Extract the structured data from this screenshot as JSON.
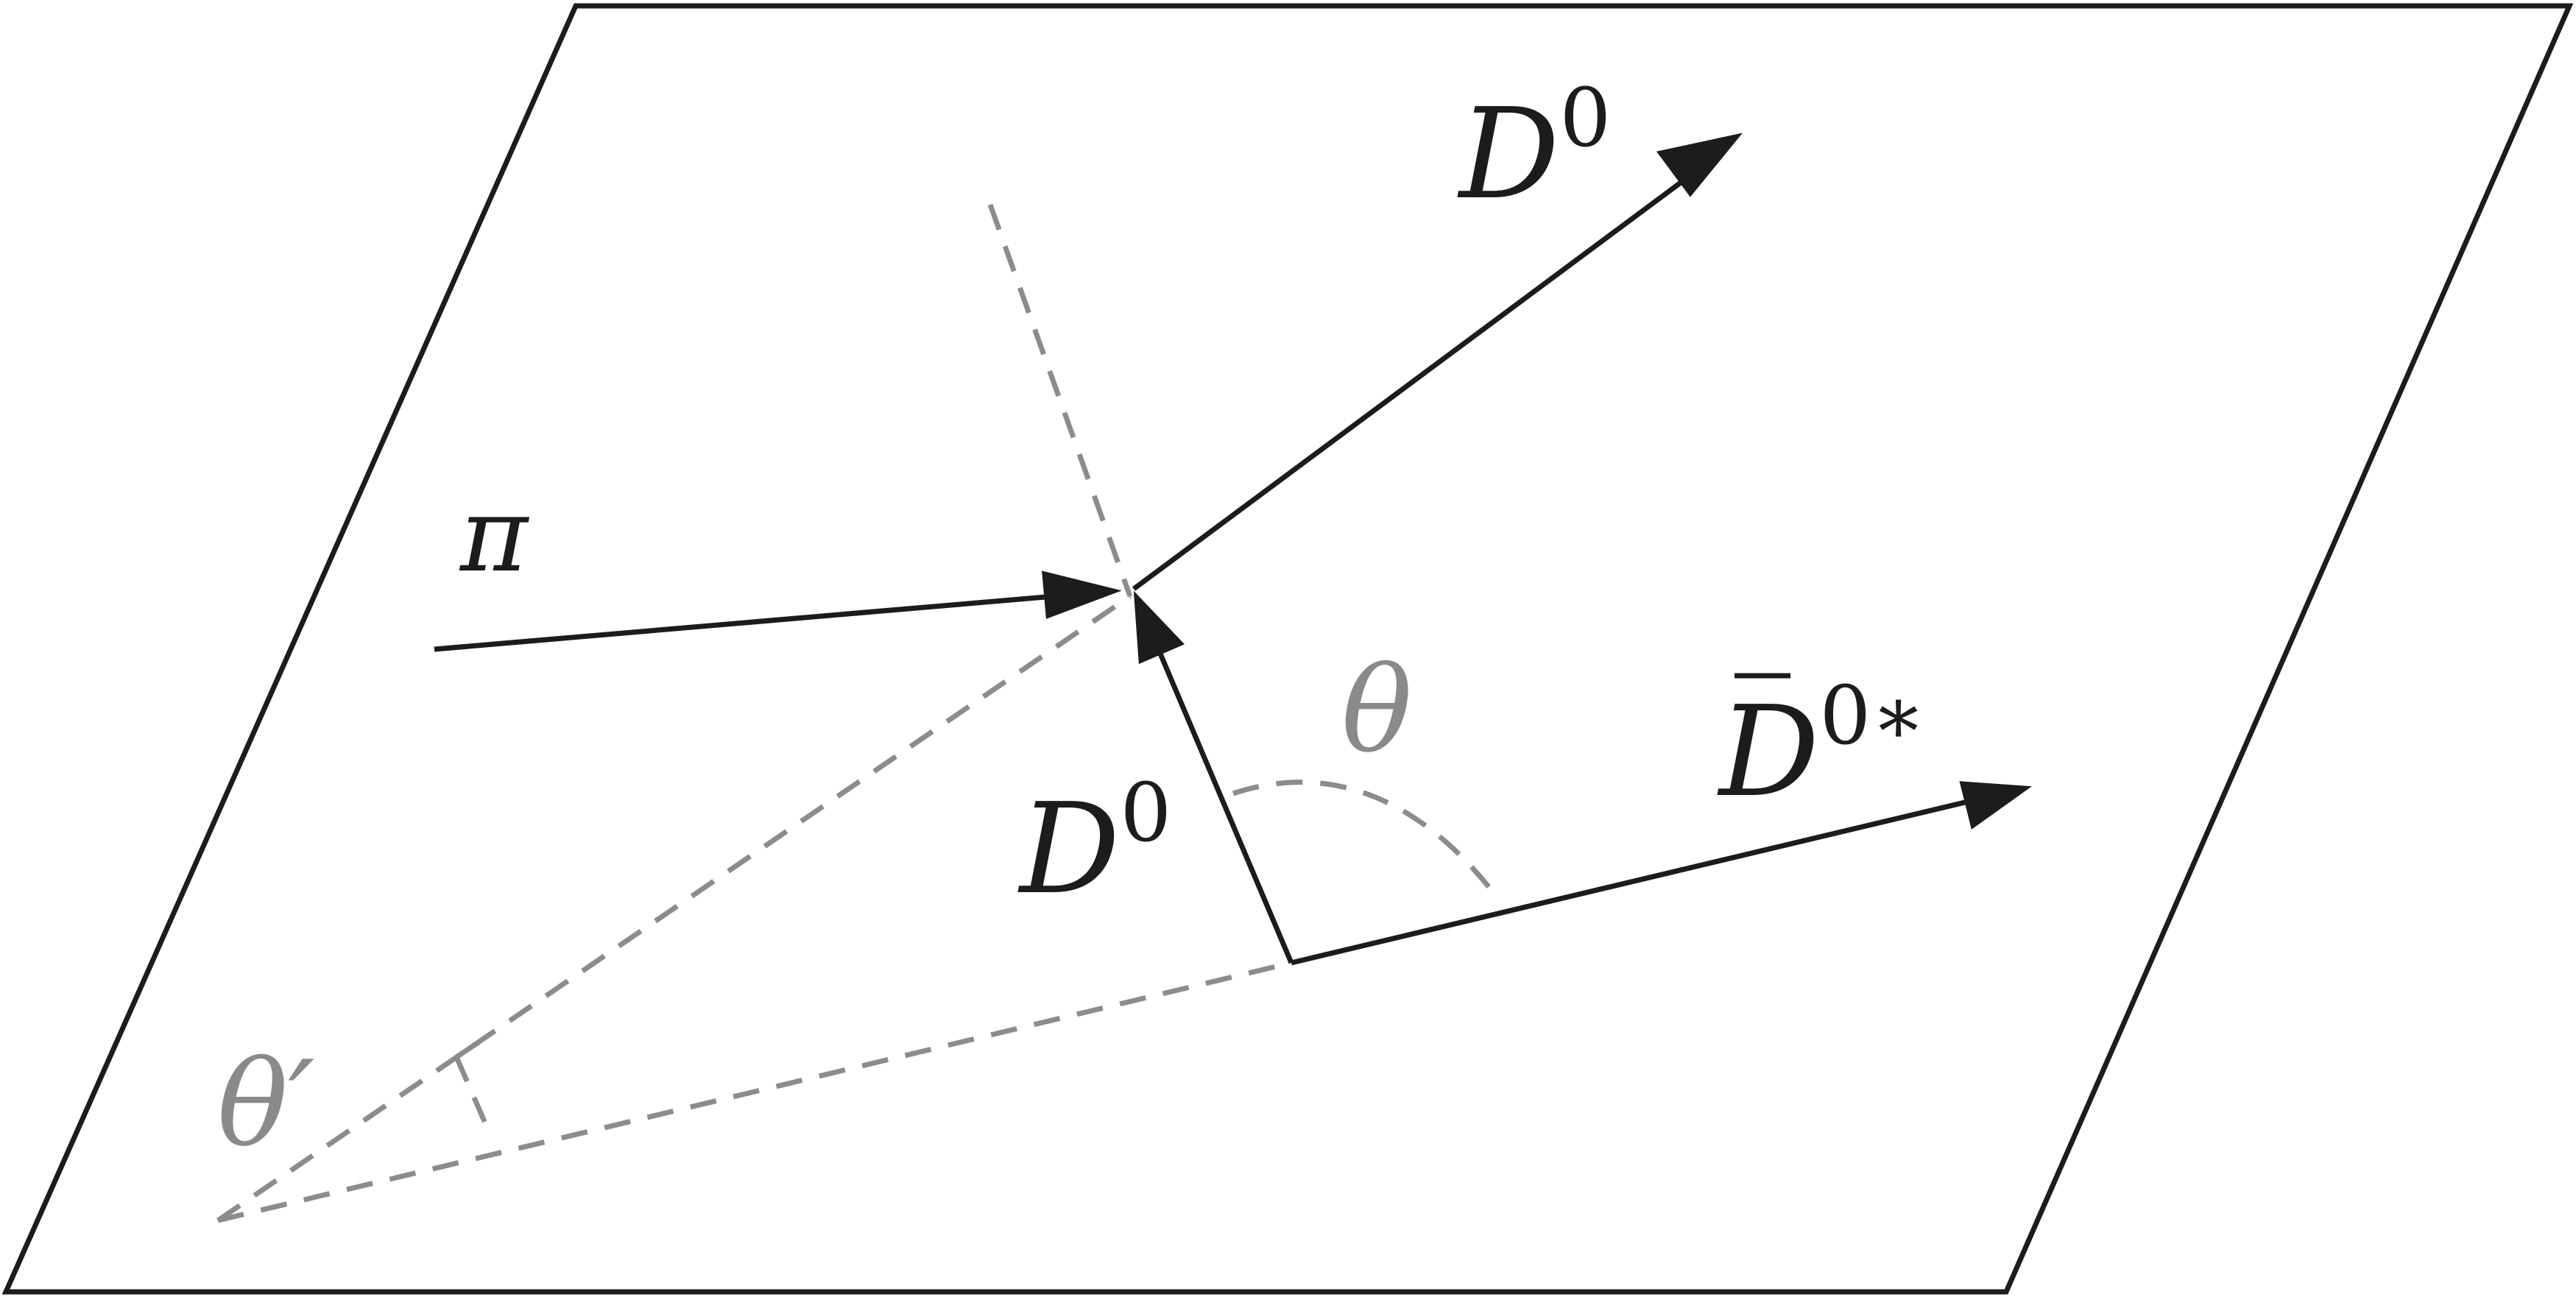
{
  "colors": {
    "line": "#1c1c1c",
    "dashed": "#8c8c8c",
    "angle_label": "#8a8a8a",
    "background": "#ffffff"
  },
  "labels": {
    "d0_outgoing": {
      "base": "D",
      "sup": "0"
    },
    "pion": {
      "base": "π"
    },
    "d0_exchanged": {
      "base": "D",
      "sup": "0"
    },
    "dbar0star": {
      "base": "D",
      "sup": "0∗"
    },
    "theta": {
      "base": "θ"
    },
    "theta_prime": {
      "base": "θ′"
    }
  }
}
